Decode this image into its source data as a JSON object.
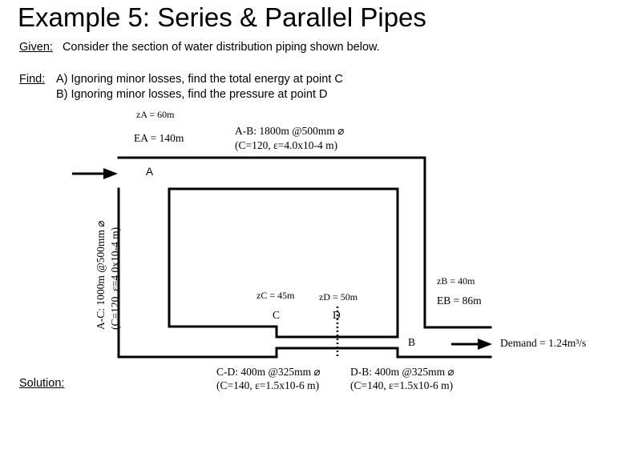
{
  "title": "Example 5:  Series & Parallel Pipes",
  "given": {
    "label": "Given:",
    "text": "Consider the section of water distribution piping shown below."
  },
  "find": {
    "label": "Find:",
    "item_a": "A)  Ignoring minor losses, find the total energy at point C",
    "item_b": "B)  Ignoring minor losses, find the pressure at point D"
  },
  "solution_label": "Solution:",
  "diagram": {
    "za": "zA = 60m",
    "ea": "EA = 140m",
    "ab_line1": "A-B:  1800m @500mm  ⌀",
    "ab_line2": "(C=120,   ε=4.0x10-4 m)",
    "point_a": "A",
    "ac_line1": "A-C:  1000m @500mm  ⌀",
    "ac_line2": "(C=120,   ε=4.0x10-4 m)",
    "zc": "zC = 45m",
    "point_c": "C",
    "zd": "zD = 50m",
    "point_d": "D",
    "zb": "zB = 40m",
    "eb": "EB = 86m",
    "point_b": "B",
    "demand": "Demand = 1.24m³/s",
    "cd_line1": "C-D:  400m @325mm  ⌀",
    "cd_line2": "(C=140, ε=1.5x10-6 m)",
    "db_line1": "D-B:  400m @325mm  ⌀",
    "db_line2": "(C=140, ε=1.5x10-6 m)"
  }
}
